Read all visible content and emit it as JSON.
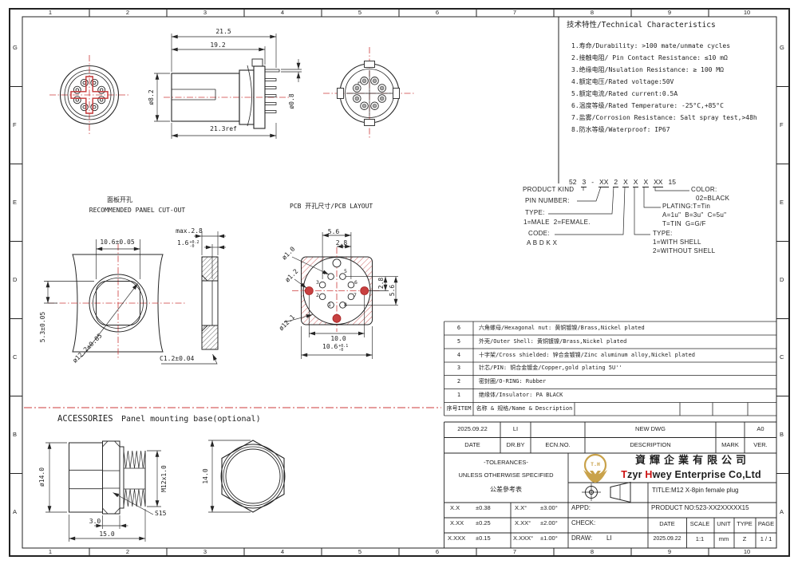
{
  "frame": {
    "cols": [
      "1",
      "2",
      "3",
      "4",
      "5",
      "6",
      "7",
      "8",
      "9",
      "10"
    ],
    "rows": [
      "G",
      "F",
      "E",
      "D",
      "C",
      "B",
      "A"
    ]
  },
  "tech": {
    "title": "技术特性/Technical Characteristics",
    "items": [
      "1.寿命/Durability: >100 mate/unmate cycles",
      "2.接触电阻/ Pin Contact Resistance: ≤10 mΩ",
      "3.绝缘电阻/Nsulation Resistance: ≥ 100 MΩ",
      "4.额定电压/Rated voltage:50V",
      "5.额定电流/Rated current:0.5A",
      "6.温度等级/Rated Temperature: -25°C,+85°C",
      "7.盐雾/Corrosion Resistance: Salt spray test,>48h",
      "8.防水等级/Waterproof: IP67"
    ]
  },
  "ordering": {
    "code": [
      "52",
      "3",
      "-",
      "XX",
      "2",
      "X",
      "X",
      "X",
      "XX",
      "15"
    ],
    "product_kind": "PRODUCT KIND",
    "pin_number": "PIN NUMBER:",
    "type_label": "TYPE:",
    "type_values": "1=MALE  2=FEMALE.",
    "code_label": "CODE:",
    "code_values": "A B D K X",
    "shell_label": "TYPE:",
    "shell_opt1": "1=WITH SHELL",
    "shell_opt2": "2=WITHOUT SHELL",
    "plating_label": "PLATING:T=Tin",
    "plating_line2": "A=1u\"  B=3u\"  C=5u\"",
    "plating_line3": "T=TIN  G=G/F",
    "color_label": "COLOR:",
    "color_value": "02=BLACK"
  },
  "bom": {
    "rows": [
      {
        "no": "6",
        "desc": "六角螺母/Hexagonal nut: 黄铜镀镍/Brass,Nickel plated"
      },
      {
        "no": "5",
        "desc": "外壳/Outer Shell: 黄铜镀镍/Brass,Nickel plated"
      },
      {
        "no": "4",
        "desc": "十字架/Cross shielded: 锌合金镀镍/Zinc aluminum alloy,Nickel plated"
      },
      {
        "no": "3",
        "desc": "针芯/PIN: 铜合金镀金/Copper,gold plating 5U''"
      },
      {
        "no": "2",
        "desc": "密封圈/O-RING: Rubber"
      },
      {
        "no": "1",
        "desc": "绝缘体/Insulator: PA BLACK"
      }
    ],
    "footer": {
      "no": "序号ITEM",
      "desc": "名称 & 规格/Name & Description"
    }
  },
  "titleblock": {
    "rev_date": "2025.09.22",
    "rev_by": "LI",
    "rev_desc": "NEW DWG",
    "rev_ver": "A0",
    "h_date": "DATE",
    "h_drby": "DR.BY",
    "h_ecn": "ECN.NO.",
    "h_desc": "DESCRIPTION",
    "h_mark": "MARK",
    "h_ver": "VER.",
    "tol1": "-TOLERANCES-",
    "tol2": "UNLESS OTHERWISE SPECIFIED",
    "tol3": "公差參考表",
    "logo_text": "T.H",
    "company_cn": "資輝企業有限公司",
    "en_t": "T",
    "en_zyr": "zyr ",
    "en_h": "H",
    "en_rest": "wey Enterprise Co,Ltd",
    "title": "TITLE:M12 X-8pin female plug",
    "product_no": "PRODUCT NO:523-XX2XXXXX15",
    "appd": "APPD:",
    "check": "CHECK:",
    "draw": "DRAW:",
    "draw_by": "LI",
    "tols": [
      [
        "X.X",
        "±0.38",
        "X.X°",
        "±3.00°"
      ],
      [
        "X.XX",
        "±0.25",
        "X.XX°",
        "±2.00°"
      ],
      [
        "X.XXX",
        "±0.15",
        "X.XXX°",
        "±1.00°"
      ]
    ],
    "h2": [
      "DATE",
      "SCALE",
      "UNIT",
      "TYPE",
      "PAGE"
    ],
    "v2": [
      "2025.09.22",
      "1:1",
      "mm",
      "Z",
      "1 / 1"
    ]
  },
  "views": {
    "side": {
      "d215": "21.5",
      "d192": "19.2",
      "d82": "ø8.2",
      "d213": "21.3ref",
      "d08": "ø0.8"
    },
    "panel": {
      "t1": "面板开孔",
      "t2": "RECOMMENDED PANEL CUT-OUT",
      "d106": "10.6±0.05",
      "d53": "5.3±0.05",
      "d122": "ø12.2±0.05",
      "dmax": "max.2.8",
      "d16": "1.6",
      "d16t": "+0.2",
      "d16b": "-0",
      "dc12": "C1.2±0.04"
    },
    "pcb": {
      "title": "PCB 开孔尺寸/PCB LAYOUT",
      "d56": "5.6",
      "d28": "2.8",
      "d28r": "2.8",
      "d56r": "5.6",
      "d10": "10.0",
      "d106": "10.6",
      "d106t": "+0.1",
      "d106b": "-0",
      "dh10": "ø1.0",
      "dh12": "ø1.2",
      "dh121": "ø12.1",
      "pins": [
        "1",
        "2",
        "3",
        "4",
        "5",
        "6",
        "7",
        "8"
      ]
    },
    "acc": {
      "title1": "ACCESSORIES",
      "title2": "Panel mounting base(optional)",
      "d14": "ø14.0",
      "dm12": "M12x1.0",
      "d30": "3.0",
      "d150": "15.0",
      "s15": "S15",
      "d14r": "14.0"
    }
  }
}
